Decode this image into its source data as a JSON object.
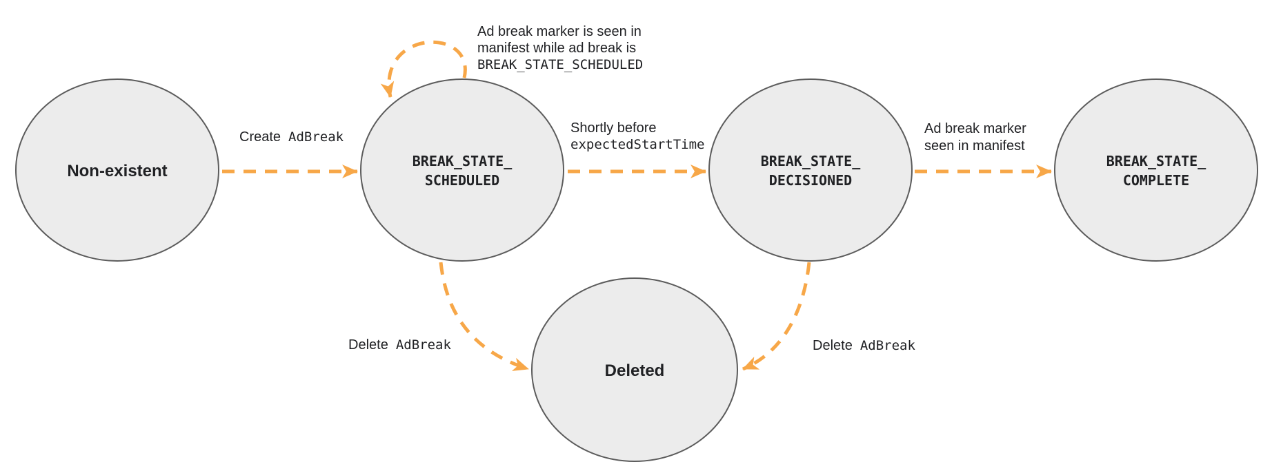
{
  "colors": {
    "arrow": "#F7A748",
    "node_fill": "#ECECEC",
    "node_border": "#5C5C5C",
    "text": "#202124"
  },
  "states": {
    "non_existent": {
      "label": "Non-existent"
    },
    "scheduled": {
      "line1": "BREAK_STATE_",
      "line2": "SCHEDULED"
    },
    "decisioned": {
      "line1": "BREAK_STATE_",
      "line2": "DECISIONED"
    },
    "complete": {
      "line1": "BREAK_STATE_",
      "line2": "COMPLETE"
    },
    "deleted": {
      "label": "Deleted"
    }
  },
  "transitions": {
    "create": {
      "text": "Create",
      "code": "AdBreak"
    },
    "self_loop": {
      "line1": "Ad break marker is seen in",
      "line2": "manifest while ad break is",
      "code": "BREAK_STATE_SCHEDULED"
    },
    "shortly_before": {
      "text": "Shortly before",
      "code": "expectedStartTime"
    },
    "marker_seen": {
      "line1": "Ad break marker",
      "line2": "seen in manifest"
    },
    "delete_left": {
      "text": "Delete",
      "code": "AdBreak"
    },
    "delete_right": {
      "text": "Delete",
      "code": "AdBreak"
    }
  }
}
